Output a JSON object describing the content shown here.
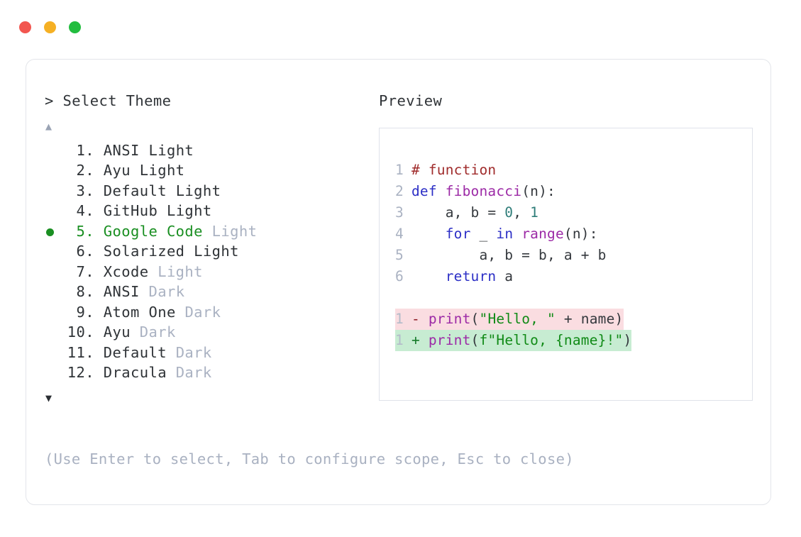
{
  "window": {
    "dots": [
      {
        "name": "close-dot",
        "color": "#f2564f"
      },
      {
        "name": "minimize-dot",
        "color": "#f5b024"
      },
      {
        "name": "maximize-dot",
        "color": "#22bd3f"
      }
    ]
  },
  "left": {
    "prompt": "> Select Theme",
    "scroll_up": "▲",
    "scroll_down": "▼",
    "selected_index": 5,
    "items": [
      {
        "num": "1.",
        "name": "ANSI",
        "variant": "Light",
        "variant_muted": false
      },
      {
        "num": "2.",
        "name": "Ayu",
        "variant": "Light",
        "variant_muted": false
      },
      {
        "num": "3.",
        "name": "Default",
        "variant": "Light",
        "variant_muted": false
      },
      {
        "num": "4.",
        "name": "GitHub",
        "variant": "Light",
        "variant_muted": false
      },
      {
        "num": "5.",
        "name": "Google Code",
        "variant": "Light",
        "variant_muted": true
      },
      {
        "num": "6.",
        "name": "Solarized",
        "variant": "Light",
        "variant_muted": false
      },
      {
        "num": "7.",
        "name": "Xcode",
        "variant": "Light",
        "variant_muted": true
      },
      {
        "num": "8.",
        "name": "ANSI",
        "variant": "Dark",
        "variant_muted": true
      },
      {
        "num": "9.",
        "name": "Atom One",
        "variant": "Dark",
        "variant_muted": true
      },
      {
        "num": "10.",
        "name": "Ayu",
        "variant": "Dark",
        "variant_muted": true
      },
      {
        "num": "11.",
        "name": "Default",
        "variant": "Dark",
        "variant_muted": true
      },
      {
        "num": "12.",
        "name": "Dracula",
        "variant": "Dark",
        "variant_muted": true
      }
    ],
    "hint": "(Use Enter to select, Tab to configure scope, Esc to close)"
  },
  "right": {
    "label": "Preview",
    "code": {
      "lines": [
        {
          "num": "1",
          "tokens": [
            {
              "t": "# function",
              "c": "comment"
            }
          ]
        },
        {
          "num": "2",
          "tokens": [
            {
              "t": "def ",
              "c": "kw"
            },
            {
              "t": "fibonacci",
              "c": "fn"
            },
            {
              "t": "(n):",
              "c": "plain"
            }
          ]
        },
        {
          "num": "3",
          "tokens": [
            {
              "t": "    a, b = ",
              "c": "plain"
            },
            {
              "t": "0",
              "c": "num"
            },
            {
              "t": ", ",
              "c": "plain"
            },
            {
              "t": "1",
              "c": "num"
            }
          ]
        },
        {
          "num": "4",
          "tokens": [
            {
              "t": "    ",
              "c": "plain"
            },
            {
              "t": "for",
              "c": "kw"
            },
            {
              "t": " _ ",
              "c": "plain"
            },
            {
              "t": "in",
              "c": "kw"
            },
            {
              "t": " ",
              "c": "plain"
            },
            {
              "t": "range",
              "c": "fn"
            },
            {
              "t": "(n):",
              "c": "plain"
            }
          ]
        },
        {
          "num": "5",
          "tokens": [
            {
              "t": "        a, b = b, a + b",
              "c": "plain"
            }
          ]
        },
        {
          "num": "6",
          "tokens": [
            {
              "t": "    ",
              "c": "plain"
            },
            {
              "t": "return",
              "c": "kw"
            },
            {
              "t": " a",
              "c": "plain"
            }
          ]
        }
      ],
      "diff": [
        {
          "num": "1",
          "marker": "-",
          "kind": "del",
          "tokens": [
            {
              "t": "print",
              "c": "fn"
            },
            {
              "t": "(",
              "c": "plain"
            },
            {
              "t": "\"Hello, \"",
              "c": "str"
            },
            {
              "t": " + name)",
              "c": "plain"
            }
          ]
        },
        {
          "num": "1",
          "marker": "+",
          "kind": "add",
          "tokens": [
            {
              "t": "print",
              "c": "fn"
            },
            {
              "t": "(",
              "c": "plain"
            },
            {
              "t": "f\"Hello, {name}!\"",
              "c": "str"
            },
            {
              "t": ")",
              "c": "plain"
            }
          ]
        }
      ]
    }
  },
  "colors": {
    "accent_green": "#1a8f22",
    "muted": "#aab2c2",
    "text": "#2f3337",
    "border": "#e3e5ea",
    "diff_del_bg": "#fadde1",
    "diff_add_bg": "#c7ecd2"
  }
}
